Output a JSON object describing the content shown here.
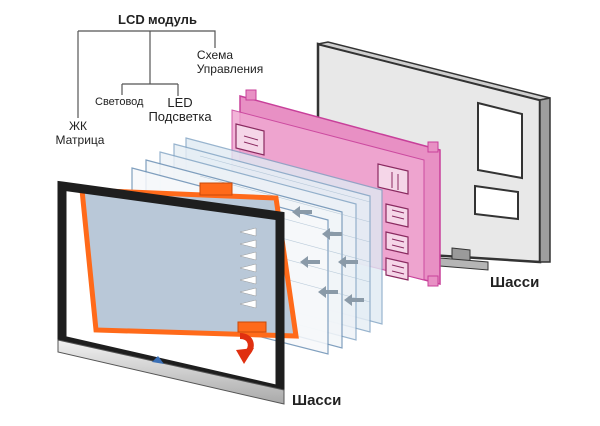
{
  "labels": {
    "lcd_module_1": "LCD",
    "lcd_module_2": "модуль",
    "control_1": "Схема",
    "control_2": "Управления",
    "lightguide": "Световод",
    "led_1": "LED",
    "led_2": "Подсветка",
    "matrix_1": "ЖК",
    "matrix_2": "Матрица",
    "chassis_back": "Шасси",
    "chassis_front": "Шасси"
  },
  "colors": {
    "board": "#e890c4",
    "board_edge": "#c8409a",
    "matrix_frame": "#ff6a1a",
    "matrix_fill": "#b9c8d8",
    "chassis": "#2a2a2a",
    "arrow": "#e03010"
  }
}
